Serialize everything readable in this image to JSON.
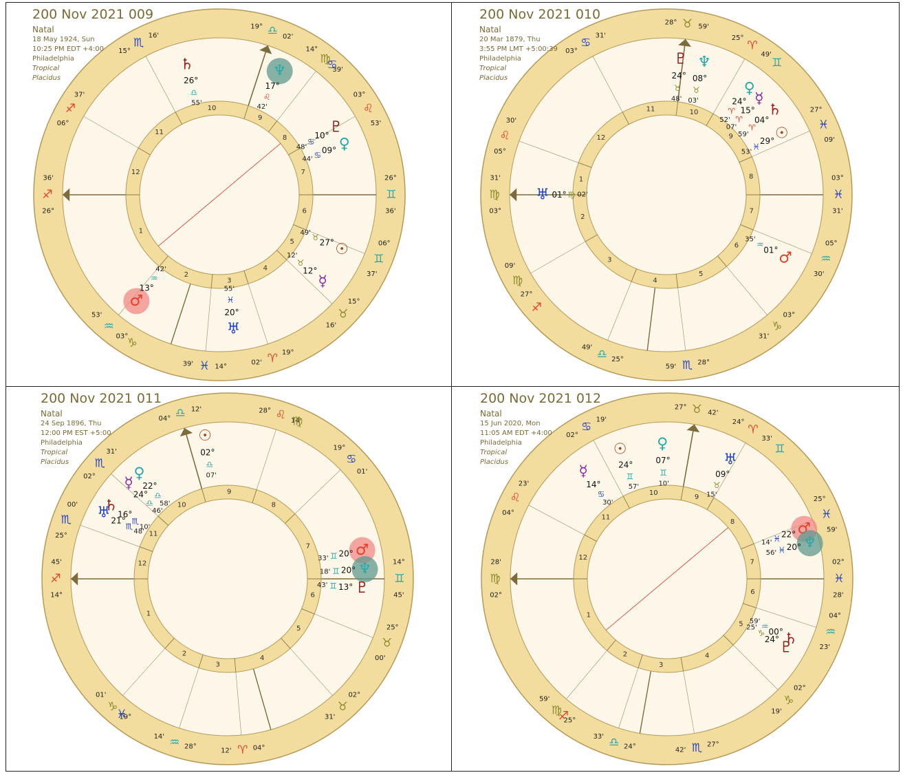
{
  "colors": {
    "ring": "#f2dc9e",
    "ring_edge": "#b39a57",
    "field": "#fdf7e9",
    "axis": "#7d6b3c",
    "red": "#e2402a",
    "blue": "#2244cc",
    "teal": "#2aa8a8",
    "olive": "#8a8a2a",
    "purple": "#8a2aa8",
    "brown": "#a04a1a",
    "darkred": "#9a1a1a"
  },
  "charts": [
    {
      "id": "009",
      "title": "200 Nov 2021 009",
      "subtitle": "Natal",
      "meta": [
        "18 May 1924, Sun",
        "10:25 PM EDT +4:00",
        "Philadelphia",
        "Tropical",
        "Placidus"
      ],
      "house_numbers": [
        "9",
        "8",
        "7",
        "6",
        "5",
        "4",
        "3",
        "2",
        "1",
        "12",
        "11",
        "10"
      ],
      "cusps": [
        {
          "deg": "19°",
          "sign": "♎",
          "min": "02'",
          "sign_name": "libra-icon"
        },
        {
          "deg": "14°",
          "sign": "♍",
          "min": "39'",
          "sign_name": "virgo-icon"
        },
        {
          "deg": "03°",
          "sign": "♌",
          "min": "53'",
          "sign_name": "leo-icon"
        },
        {
          "deg": "26°",
          "sign": "♊",
          "min": "36'",
          "sign_name": "gemini-icon"
        },
        {
          "deg": "06°",
          "sign": "♊",
          "min": "37'",
          "sign_name": "gemini-icon"
        },
        {
          "deg": "15°",
          "sign": "♉",
          "min": "16'",
          "sign_name": "taurus-icon"
        },
        {
          "deg": "19°",
          "sign": "♈",
          "min": "02'",
          "sign_name": "aries-icon"
        },
        {
          "deg": "14°",
          "sign": "♓",
          "min": "39'",
          "sign_name": "pisces-icon"
        },
        {
          "deg": "03°",
          "sign": "♒",
          "min": "53'",
          "sign_name": "aquarius-icon"
        },
        {
          "deg": "26°",
          "sign": "♐",
          "min": "36'",
          "sign_name": "sagittarius-icon"
        },
        {
          "deg": "06°",
          "sign": "♐",
          "min": "37'",
          "sign_name": "sagittarius-icon"
        },
        {
          "deg": "15°",
          "sign": "♏",
          "min": "16'",
          "sign_name": "scorpio-icon"
        }
      ],
      "ring_signs": [
        "♋",
        "♑"
      ],
      "planets": [
        {
          "name": "saturn",
          "glyph": "♄",
          "deg": "26°",
          "sign": "♎",
          "min": "55'",
          "highlight": false
        },
        {
          "name": "neptune",
          "glyph": "♆",
          "deg": "17°",
          "sign": "♌",
          "min": "42'",
          "highlight": true
        },
        {
          "name": "pluto",
          "glyph": "♇",
          "deg": "10°",
          "sign": "♋",
          "min": "48'",
          "highlight": false
        },
        {
          "name": "venus",
          "glyph": "♀",
          "deg": "09°",
          "sign": "♋",
          "min": "44'",
          "highlight": false
        },
        {
          "name": "sun",
          "glyph": "☉",
          "deg": "27°",
          "sign": "♉",
          "min": "49'",
          "highlight": false
        },
        {
          "name": "mercury",
          "glyph": "☿",
          "deg": "12°",
          "sign": "♉",
          "min": "12'",
          "highlight": false
        },
        {
          "name": "uranus",
          "glyph": "♅",
          "deg": "20°",
          "sign": "♓",
          "min": "55'",
          "highlight": false
        },
        {
          "name": "mars",
          "glyph": "♂",
          "deg": "13°",
          "sign": "♒",
          "min": "42'",
          "highlight": true
        }
      ]
    },
    {
      "id": "010",
      "title": "200 Nov 2021 010",
      "subtitle": "Natal",
      "meta": [
        "20 Mar 1879, Thu",
        "3:55 PM LMT +5:00:39",
        "Philadelphia",
        "Tropical",
        "Placidus"
      ],
      "house_numbers": [
        "10",
        "9",
        "8",
        "7",
        "6",
        "5",
        "4",
        "3",
        "2",
        "1",
        "12",
        "11"
      ],
      "cusps": [
        {
          "deg": "28°",
          "sign": "♉",
          "min": "59'",
          "sign_name": "taurus-icon"
        },
        {
          "deg": "25°",
          "sign": "♈",
          "min": "49'",
          "sign_name": "aries-icon"
        },
        {
          "deg": "27°",
          "sign": "♓",
          "min": "09'",
          "sign_name": "pisces-icon"
        },
        {
          "deg": "03°",
          "sign": "♓",
          "min": "31'",
          "sign_name": "pisces-icon"
        },
        {
          "deg": "05°",
          "sign": "♒",
          "min": "30'",
          "sign_name": "aquarius-icon"
        },
        {
          "deg": "03°",
          "sign": "♑",
          "min": "31'",
          "sign_name": "capricorn-icon"
        },
        {
          "deg": "28°",
          "sign": "♏",
          "min": "59'",
          "sign_name": "scorpio-icon"
        },
        {
          "deg": "25°",
          "sign": "♎",
          "min": "49'",
          "sign_name": "libra-icon"
        },
        {
          "deg": "27°",
          "sign": "♍",
          "min": "09'",
          "sign_name": "virgo-icon"
        },
        {
          "deg": "03°",
          "sign": "♍",
          "min": "31'",
          "sign_name": "virgo-icon"
        },
        {
          "deg": "05°",
          "sign": "♌",
          "min": "30'",
          "sign_name": "leo-icon"
        },
        {
          "deg": "03°",
          "sign": "♋",
          "min": "31'",
          "sign_name": "cancer-icon"
        }
      ],
      "ring_signs": [
        "♊",
        "♐"
      ],
      "planets": [
        {
          "name": "pluto",
          "glyph": "♇",
          "deg": "24°",
          "sign": "♉",
          "min": "48'",
          "highlight": false
        },
        {
          "name": "neptune",
          "glyph": "♆",
          "deg": "08°",
          "sign": "♉",
          "min": "03'",
          "highlight": false
        },
        {
          "name": "venus",
          "glyph": "♀",
          "deg": "24°",
          "sign": "♈",
          "min": "52'",
          "highlight": false
        },
        {
          "name": "mercury",
          "glyph": "☿",
          "deg": "15°",
          "sign": "♈",
          "min": "07'",
          "highlight": false
        },
        {
          "name": "saturn",
          "glyph": "♄",
          "deg": "04°",
          "sign": "♈",
          "min": "59'",
          "highlight": false
        },
        {
          "name": "sun",
          "glyph": "☉",
          "deg": "29°",
          "sign": "♓",
          "min": "53'",
          "highlight": false
        },
        {
          "name": "mars",
          "glyph": "♂",
          "deg": "01°",
          "sign": "♒",
          "min": "35'",
          "highlight": false
        },
        {
          "name": "uranus",
          "glyph": "♅",
          "deg": "01°",
          "sign": "♍",
          "min": "02'",
          "highlight": false
        }
      ]
    },
    {
      "id": "011",
      "title": "200 Nov 2021 011",
      "subtitle": "Natal",
      "meta": [
        "24 Sep 1896, Thu",
        "12:00 PM EST +5:00",
        "Philadelphia",
        "Tropical",
        "Placidus"
      ],
      "house_numbers": [
        "9",
        "8",
        "7",
        "6",
        "5",
        "4",
        "3",
        "2",
        "1",
        "12",
        "11",
        "10"
      ],
      "cusps": [
        {
          "deg": "04°",
          "sign": "♎",
          "min": "12'",
          "sign_name": "libra-icon"
        },
        {
          "deg": "28°",
          "sign": "♌",
          "min": "14'",
          "sign_name": "leo-icon"
        },
        {
          "deg": "19°",
          "sign": "♋",
          "min": "01'",
          "sign_name": "cancer-icon"
        },
        {
          "deg": "14°",
          "sign": "♊",
          "min": "45'",
          "sign_name": "gemini-icon"
        },
        {
          "deg": "25°",
          "sign": "♉",
          "min": "00'",
          "sign_name": "taurus-icon"
        },
        {
          "deg": "02°",
          "sign": "♉",
          "min": "31'",
          "sign_name": "taurus-icon"
        },
        {
          "deg": "04°",
          "sign": "♈",
          "min": "12'",
          "sign_name": "aries-icon"
        },
        {
          "deg": "28°",
          "sign": "♒",
          "min": "14'",
          "sign_name": "aquarius-icon"
        },
        {
          "deg": "19°",
          "sign": "♑",
          "min": "01'",
          "sign_name": "capricorn-icon"
        },
        {
          "deg": "14°",
          "sign": "♐",
          "min": "45'",
          "sign_name": "sagittarius-icon"
        },
        {
          "deg": "25°",
          "sign": "♏",
          "min": "00'",
          "sign_name": "scorpio-icon"
        },
        {
          "deg": "02°",
          "sign": "♏",
          "min": "31'",
          "sign_name": "scorpio-icon"
        }
      ],
      "ring_signs": [
        "♍",
        "♓"
      ],
      "planets": [
        {
          "name": "sun",
          "glyph": "☉",
          "deg": "02°",
          "sign": "♎",
          "min": "07'",
          "highlight": false
        },
        {
          "name": "venus",
          "glyph": "♀",
          "deg": "22°",
          "sign": "♎",
          "min": "58'",
          "highlight": false
        },
        {
          "name": "mercury",
          "glyph": "☿",
          "deg": "24°",
          "sign": "♎",
          "min": "46'",
          "highlight": false
        },
        {
          "name": "saturn",
          "glyph": "♄",
          "deg": "16°",
          "sign": "♏",
          "min": "10'",
          "highlight": false
        },
        {
          "name": "uranus",
          "glyph": "♅",
          "deg": "21°",
          "sign": "♏",
          "min": "48'",
          "highlight": false
        },
        {
          "name": "mars",
          "glyph": "♂",
          "deg": "20°",
          "sign": "♊",
          "min": "33'",
          "highlight": true
        },
        {
          "name": "neptune",
          "glyph": "♆",
          "deg": "20°",
          "sign": "♊",
          "min": "18'",
          "highlight": true
        },
        {
          "name": "pluto",
          "glyph": "♇",
          "deg": "13°",
          "sign": "♊",
          "min": "43'",
          "highlight": false
        }
      ]
    },
    {
      "id": "012",
      "title": "200 Nov 2021 012",
      "subtitle": "Natal",
      "meta": [
        "15 Jun 2020, Mon",
        "11:05 AM EDT +4:00",
        "Philadelphia",
        "Tropical",
        "Placidus"
      ],
      "house_numbers": [
        "9",
        "8",
        "7",
        "6",
        "5",
        "4",
        "3",
        "2",
        "1",
        "12",
        "11",
        "10"
      ],
      "cusps": [
        {
          "deg": "27°",
          "sign": "♉",
          "min": "42'",
          "sign_name": "taurus-icon"
        },
        {
          "deg": "24°",
          "sign": "♈",
          "min": "33'",
          "sign_name": "aries-icon"
        },
        {
          "deg": "25°",
          "sign": "♓",
          "min": "59'",
          "sign_name": "pisces-icon"
        },
        {
          "deg": "02°",
          "sign": "♓",
          "min": "28'",
          "sign_name": "pisces-icon"
        },
        {
          "deg": "04°",
          "sign": "♒",
          "min": "23'",
          "sign_name": "aquarius-icon"
        },
        {
          "deg": "02°",
          "sign": "♑",
          "min": "19'",
          "sign_name": "capricorn-icon"
        },
        {
          "deg": "27°",
          "sign": "♏",
          "min": "42'",
          "sign_name": "scorpio-icon"
        },
        {
          "deg": "24°",
          "sign": "♎",
          "min": "33'",
          "sign_name": "libra-icon"
        },
        {
          "deg": "25°",
          "sign": "♍",
          "min": "59'",
          "sign_name": "virgo-icon"
        },
        {
          "deg": "02°",
          "sign": "♍",
          "min": "28'",
          "sign_name": "virgo-icon"
        },
        {
          "deg": "04°",
          "sign": "♌",
          "min": "23'",
          "sign_name": "leo-icon"
        },
        {
          "deg": "02°",
          "sign": "♋",
          "min": "19'",
          "sign_name": "cancer-icon"
        }
      ],
      "ring_signs": [
        "♊",
        "♐"
      ],
      "planets": [
        {
          "name": "venus",
          "glyph": "♀",
          "deg": "07°",
          "sign": "♊",
          "min": "10'",
          "highlight": false
        },
        {
          "name": "sun",
          "glyph": "☉",
          "deg": "24°",
          "sign": "♊",
          "min": "57'",
          "highlight": false
        },
        {
          "name": "mercury",
          "glyph": "☿",
          "deg": "14°",
          "sign": "♋",
          "min": "30'",
          "highlight": false
        },
        {
          "name": "uranus",
          "glyph": "♅",
          "deg": "09°",
          "sign": "♉",
          "min": "15'",
          "highlight": false
        },
        {
          "name": "mars",
          "glyph": "♂",
          "deg": "22°",
          "sign": "♓",
          "min": "14'",
          "highlight": true
        },
        {
          "name": "neptune",
          "glyph": "♆",
          "deg": "20°",
          "sign": "♓",
          "min": "56'",
          "highlight": true
        },
        {
          "name": "jupiter-saturn",
          "glyph": "♄",
          "deg": "00°",
          "sign": "♒",
          "min": "59'",
          "highlight": false
        },
        {
          "name": "pluto",
          "glyph": "♇",
          "deg": "24°",
          "sign": "♑",
          "min": "25'",
          "highlight": false
        }
      ]
    }
  ]
}
